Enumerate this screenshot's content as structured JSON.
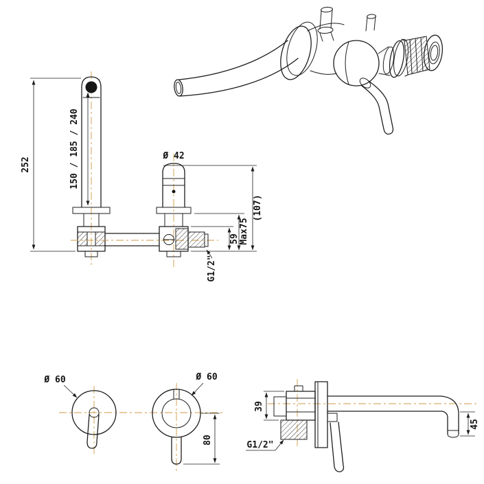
{
  "meta": {
    "drawing_type": "technical dimension drawing",
    "subject": "wall-mounted basin mixer tap with spout",
    "background_color": "#ffffff",
    "line_color": "#1c1c1c",
    "centerline_color": "#cf9a45"
  },
  "views": {
    "side_elevation": {
      "title": "side elevation with rough-in dimensions",
      "dims": {
        "overall_height": "252",
        "spout_lengths": "150 / 185 / 240",
        "cartridge_diameter": "Ø 42",
        "valve_to_bottom": "59",
        "max_wall_thickness": "Max75",
        "reference_height": "(107)",
        "thread": "G1/2\""
      }
    },
    "perspective": {
      "title": "assembled faucet perspective view"
    },
    "front_view": {
      "title": "front view of trim",
      "dims": {
        "left_escutcheon_diameter": "Ø 60",
        "right_escutcheon_diameter": "Ø 60",
        "handle_drop": "80"
      }
    },
    "installed_side": {
      "title": "installed side view",
      "dims": {
        "valve_height": "39",
        "inlet_thread": "G1/2\"",
        "spout_outlet_drop": "45"
      }
    }
  }
}
